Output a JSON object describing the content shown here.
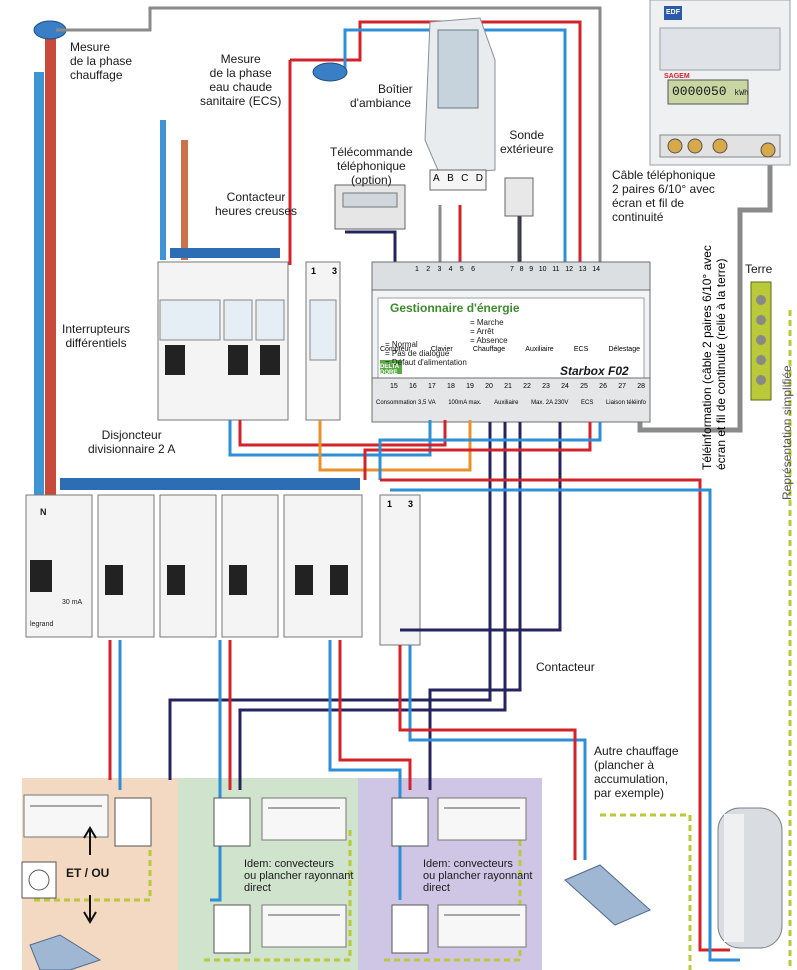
{
  "labels": {
    "mesure_chauffage": [
      "Mesure",
      "de la phase",
      "chauffage"
    ],
    "mesure_ecs": [
      "Mesure",
      "de la phase",
      "eau chaude",
      "sanitaire (ECS)"
    ],
    "boitier": [
      "Boîtier",
      "d'ambiance"
    ],
    "telecommande": [
      "Télécommande",
      "téléphonique",
      "(option)"
    ],
    "sonde": [
      "Sonde",
      "extérieure"
    ],
    "cable": [
      "Câble téléphonique",
      "2 paires 6/10° avec",
      "écran et fil de",
      "continuité"
    ],
    "contacteur_hc": [
      "Contacteur",
      "heures creuses"
    ],
    "interrupteurs": [
      "Interrupteurs",
      "différentiels"
    ],
    "disjoncteur": [
      "Disjoncteur",
      "divisionnaire 2 A"
    ],
    "contacteur": "Contacteur",
    "terre": "Terre",
    "teleinfo_1": "Téléinformation (câble 2 paires 6/10° avec",
    "teleinfo_2": "écran et fil de continuité (relié à la terre)",
    "representation": "Représentation simplifiée",
    "autre_chauffage": [
      "Autre chauffage",
      "(plancher à",
      "accumulation,",
      "par exemple)"
    ],
    "et_ou": "ET / OU",
    "idem_1": [
      "Idem: convecteurs",
      "ou plancher rayonnant",
      "direct"
    ],
    "idem_2": [
      "Idem: convecteurs",
      "ou plancher rayonnant",
      "direct"
    ]
  },
  "starbox": {
    "title": "Gestionnaire d'énergie",
    "model": "Starbox",
    "model_code": "F02",
    "brand": "DELTA DORE",
    "top_terminals": [
      "1",
      "2",
      "3",
      "4",
      "5",
      "6"
    ],
    "top_terminals_right": [
      "7",
      "8",
      "9",
      "10",
      "11",
      "12",
      "13",
      "14"
    ],
    "bottom_terminals": [
      "15",
      "16",
      "17",
      "18",
      "19",
      "20",
      "21",
      "22",
      "23",
      "24",
      "25",
      "26",
      "27",
      "28"
    ],
    "status_left": [
      "= Normal",
      "= Pas de dialogue",
      "= Défaut d'alimentation"
    ],
    "status_right": [
      "= Marche",
      "= Arrêt",
      "= Absence"
    ],
    "indicators": [
      "Compteur",
      "Clavier",
      "Chauffage",
      "Auxiliaire",
      "ECS",
      "Délestage"
    ],
    "bottom_text": [
      "Auxiliaire",
      "ECS",
      "Liaison téléinfo",
      "Max. 2A 230V",
      "100mA max.",
      "Consommation 3,5 VA"
    ]
  },
  "meter": {
    "brand": "EDF",
    "maker": "SAGEM",
    "reading": "0000050",
    "unit": "kWh"
  },
  "boitier_keys": [
    "A",
    "B",
    "C",
    "D"
  ],
  "contactor_terms": [
    "1",
    "3"
  ],
  "breaker_marks": [
    "N",
    "legrand",
    "30 mA"
  ],
  "colors": {
    "blue": "#2d8fd6",
    "red": "#d2232a",
    "dark": "#26245f",
    "orange": "#e8922a",
    "gray": "#8a8a8a",
    "green_yellow": "#b9c93a",
    "panel_peach": "#f3d8c2",
    "panel_green": "#cfe3cd",
    "panel_violet": "#cfc6e6",
    "module_green": "#5aa845"
  }
}
